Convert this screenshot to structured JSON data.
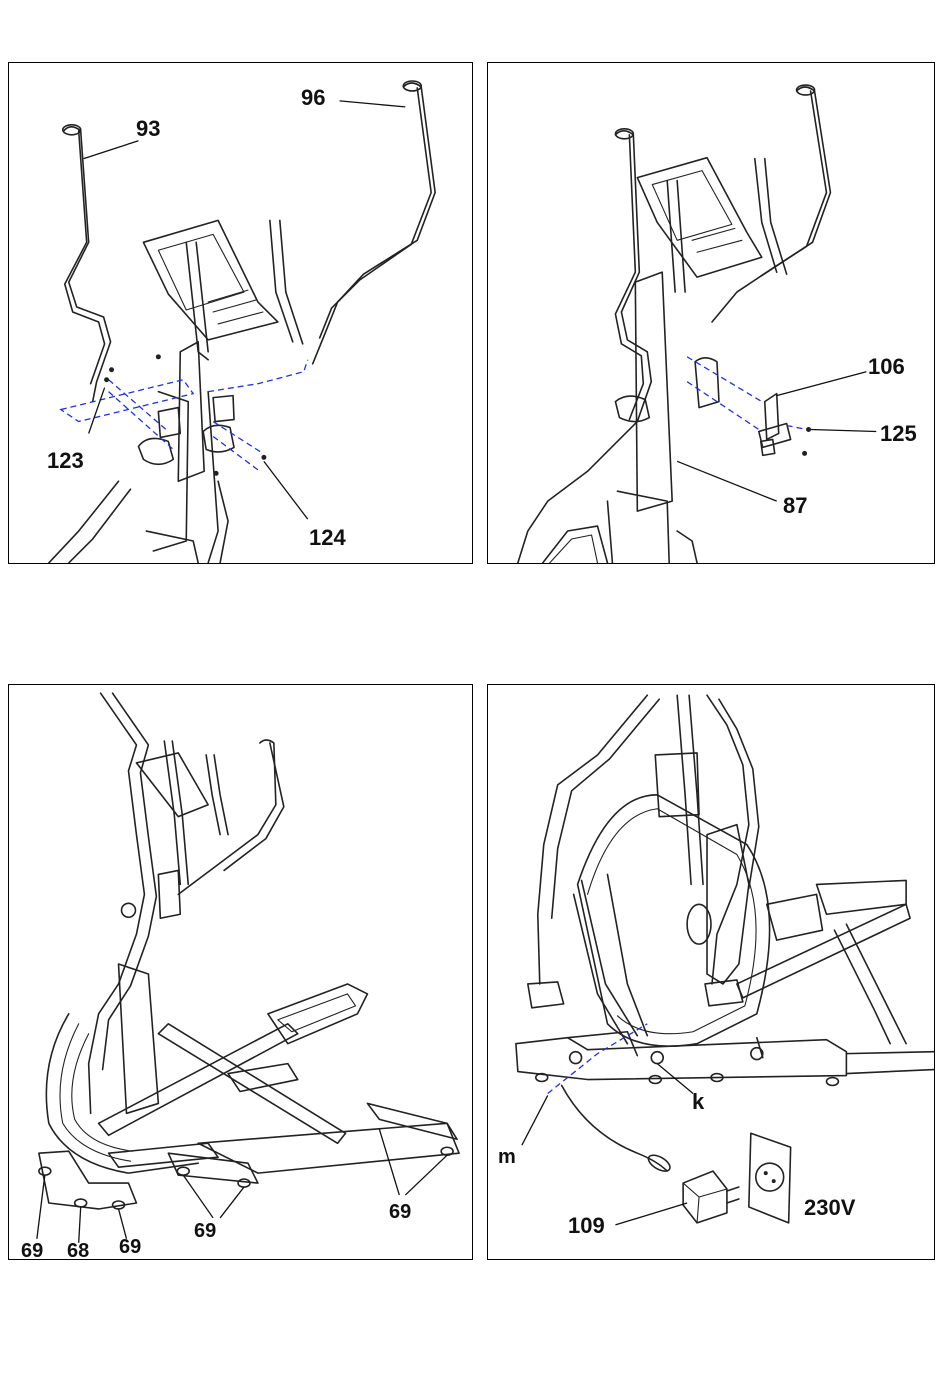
{
  "panels": [
    {
      "id": "p1",
      "labels": [
        {
          "key": "93",
          "text": "93"
        },
        {
          "key": "96",
          "text": "96"
        },
        {
          "key": "123",
          "text": "123"
        },
        {
          "key": "124",
          "text": "124"
        }
      ]
    },
    {
      "id": "p2",
      "labels": [
        {
          "key": "106",
          "text": "106"
        },
        {
          "key": "125",
          "text": "125"
        },
        {
          "key": "87",
          "text": "87"
        }
      ]
    },
    {
      "id": "p3",
      "labels": [
        {
          "key": "69a",
          "text": "69"
        },
        {
          "key": "68",
          "text": "68"
        },
        {
          "key": "69b",
          "text": "69"
        },
        {
          "key": "69c",
          "text": "69"
        },
        {
          "key": "69d",
          "text": "69"
        }
      ]
    },
    {
      "id": "p4",
      "labels": [
        {
          "key": "k",
          "text": "k"
        },
        {
          "key": "m",
          "text": "m"
        },
        {
          "key": "109",
          "text": "109"
        },
        {
          "key": "230V",
          "text": "230V"
        }
      ]
    }
  ],
  "colors": {
    "line": "#222222",
    "dash": "#2233cc",
    "border": "#000000"
  }
}
